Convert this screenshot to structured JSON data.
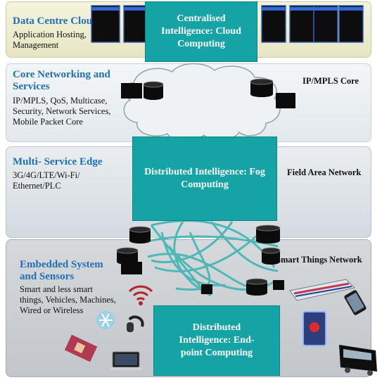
{
  "layers": [
    {
      "title": "Data Centre Cloud",
      "desc": [
        "Application Hosting,",
        "Management"
      ],
      "box": [
        "Centralised",
        "Intelligence: Cloud",
        "Computing"
      ]
    },
    {
      "title": [
        "Core Networking and",
        "Services"
      ],
      "desc": [
        "IP/MPLS, QoS, Multicase,",
        "Security, Network Services,",
        "Mobile Packet Core"
      ],
      "side": "IP/MPLS Core"
    },
    {
      "title": "Multi- Service Edge",
      "desc": [
        "3G/4G/LTE/Wi-Fi/",
        "Ethernet/PLC"
      ],
      "box": [
        "Distributed Intelligence: Fog",
        "Computing"
      ],
      "side": "Field Area Network"
    },
    {
      "title": [
        "Embedded System",
        "and Sensors"
      ],
      "desc": [
        "Smart and less smart",
        "things, Vehicles, Machines,",
        "Wired or Wireless"
      ],
      "box": [
        "Distributed",
        "Intelligence: End-",
        "point Computing"
      ],
      "side": "Smart Things Network"
    }
  ],
  "colors": {
    "title_blue": "#1f6fb7",
    "teal": "#16a3a6",
    "mesh": "#4fb8b6"
  },
  "icons": [
    "server-rack-icon",
    "router-icon",
    "cloud-icon",
    "wifi-icon",
    "snowflake-sensor-icon",
    "bluetooth-headset-icon",
    "laptop-icon",
    "train-icon",
    "smartphone-icon",
    "traffic-light-icon",
    "bus-icon",
    "circuit-board-icon"
  ]
}
